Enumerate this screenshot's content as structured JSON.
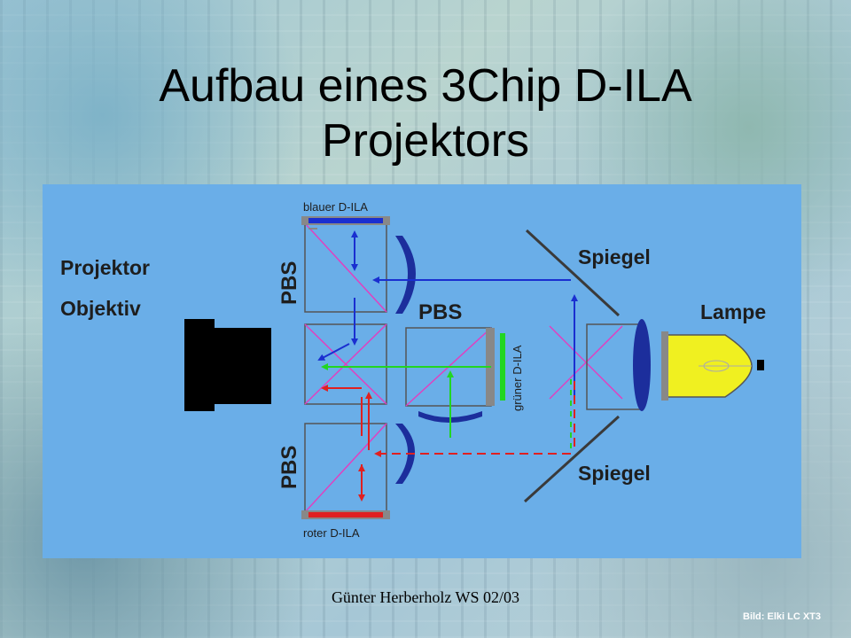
{
  "slide": {
    "title_line1": "Aufbau eines 3Chip D-ILA",
    "title_line2": "Projektors",
    "footer": "Günter Herberholz WS 02/03",
    "credit": "Bild: Elki LC XT3"
  },
  "diagram": {
    "label_objektiv_1": "Projektor",
    "label_objektiv_2": "Objektiv",
    "label_blue_dila": "blauer D-ILA",
    "label_red_dila": "roter D-ILA",
    "label_green_dila": "grüner D-ILA",
    "label_pbs_top": "PBS",
    "label_pbs_middle": "PBS",
    "label_pbs_bottom": "PBS",
    "label_spiegel_top": "Spiegel",
    "label_spiegel_bottom": "Spiegel",
    "label_lampe": "Lampe",
    "colors": {
      "background": "#6aaee8",
      "blue_light": "#1a2fd0",
      "green_light": "#22d622",
      "red_light": "#e02020",
      "prism_line": "#e040c0",
      "lens": "#1c2e9c",
      "lamp": "#f0f020"
    }
  }
}
